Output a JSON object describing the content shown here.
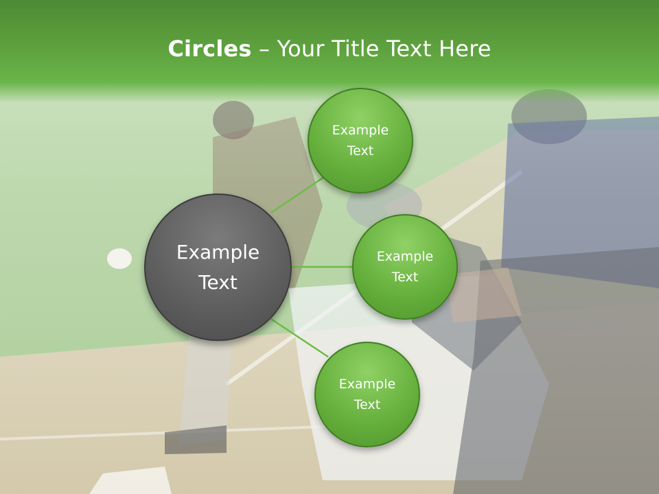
{
  "slide": {
    "title_bold": "Circles",
    "title_rest": " – Your Title Text Here"
  },
  "diagram": {
    "center_label": "Example\nText",
    "nodes": [
      {
        "label": "Example\nText"
      },
      {
        "label": "Example\nText"
      },
      {
        "label": "Example\nText"
      }
    ]
  },
  "colors": {
    "title_bar": "#5fa33f",
    "node_green": "#67b13e",
    "center_gray": "#5f5f5f",
    "connector": "#6cbc45"
  }
}
